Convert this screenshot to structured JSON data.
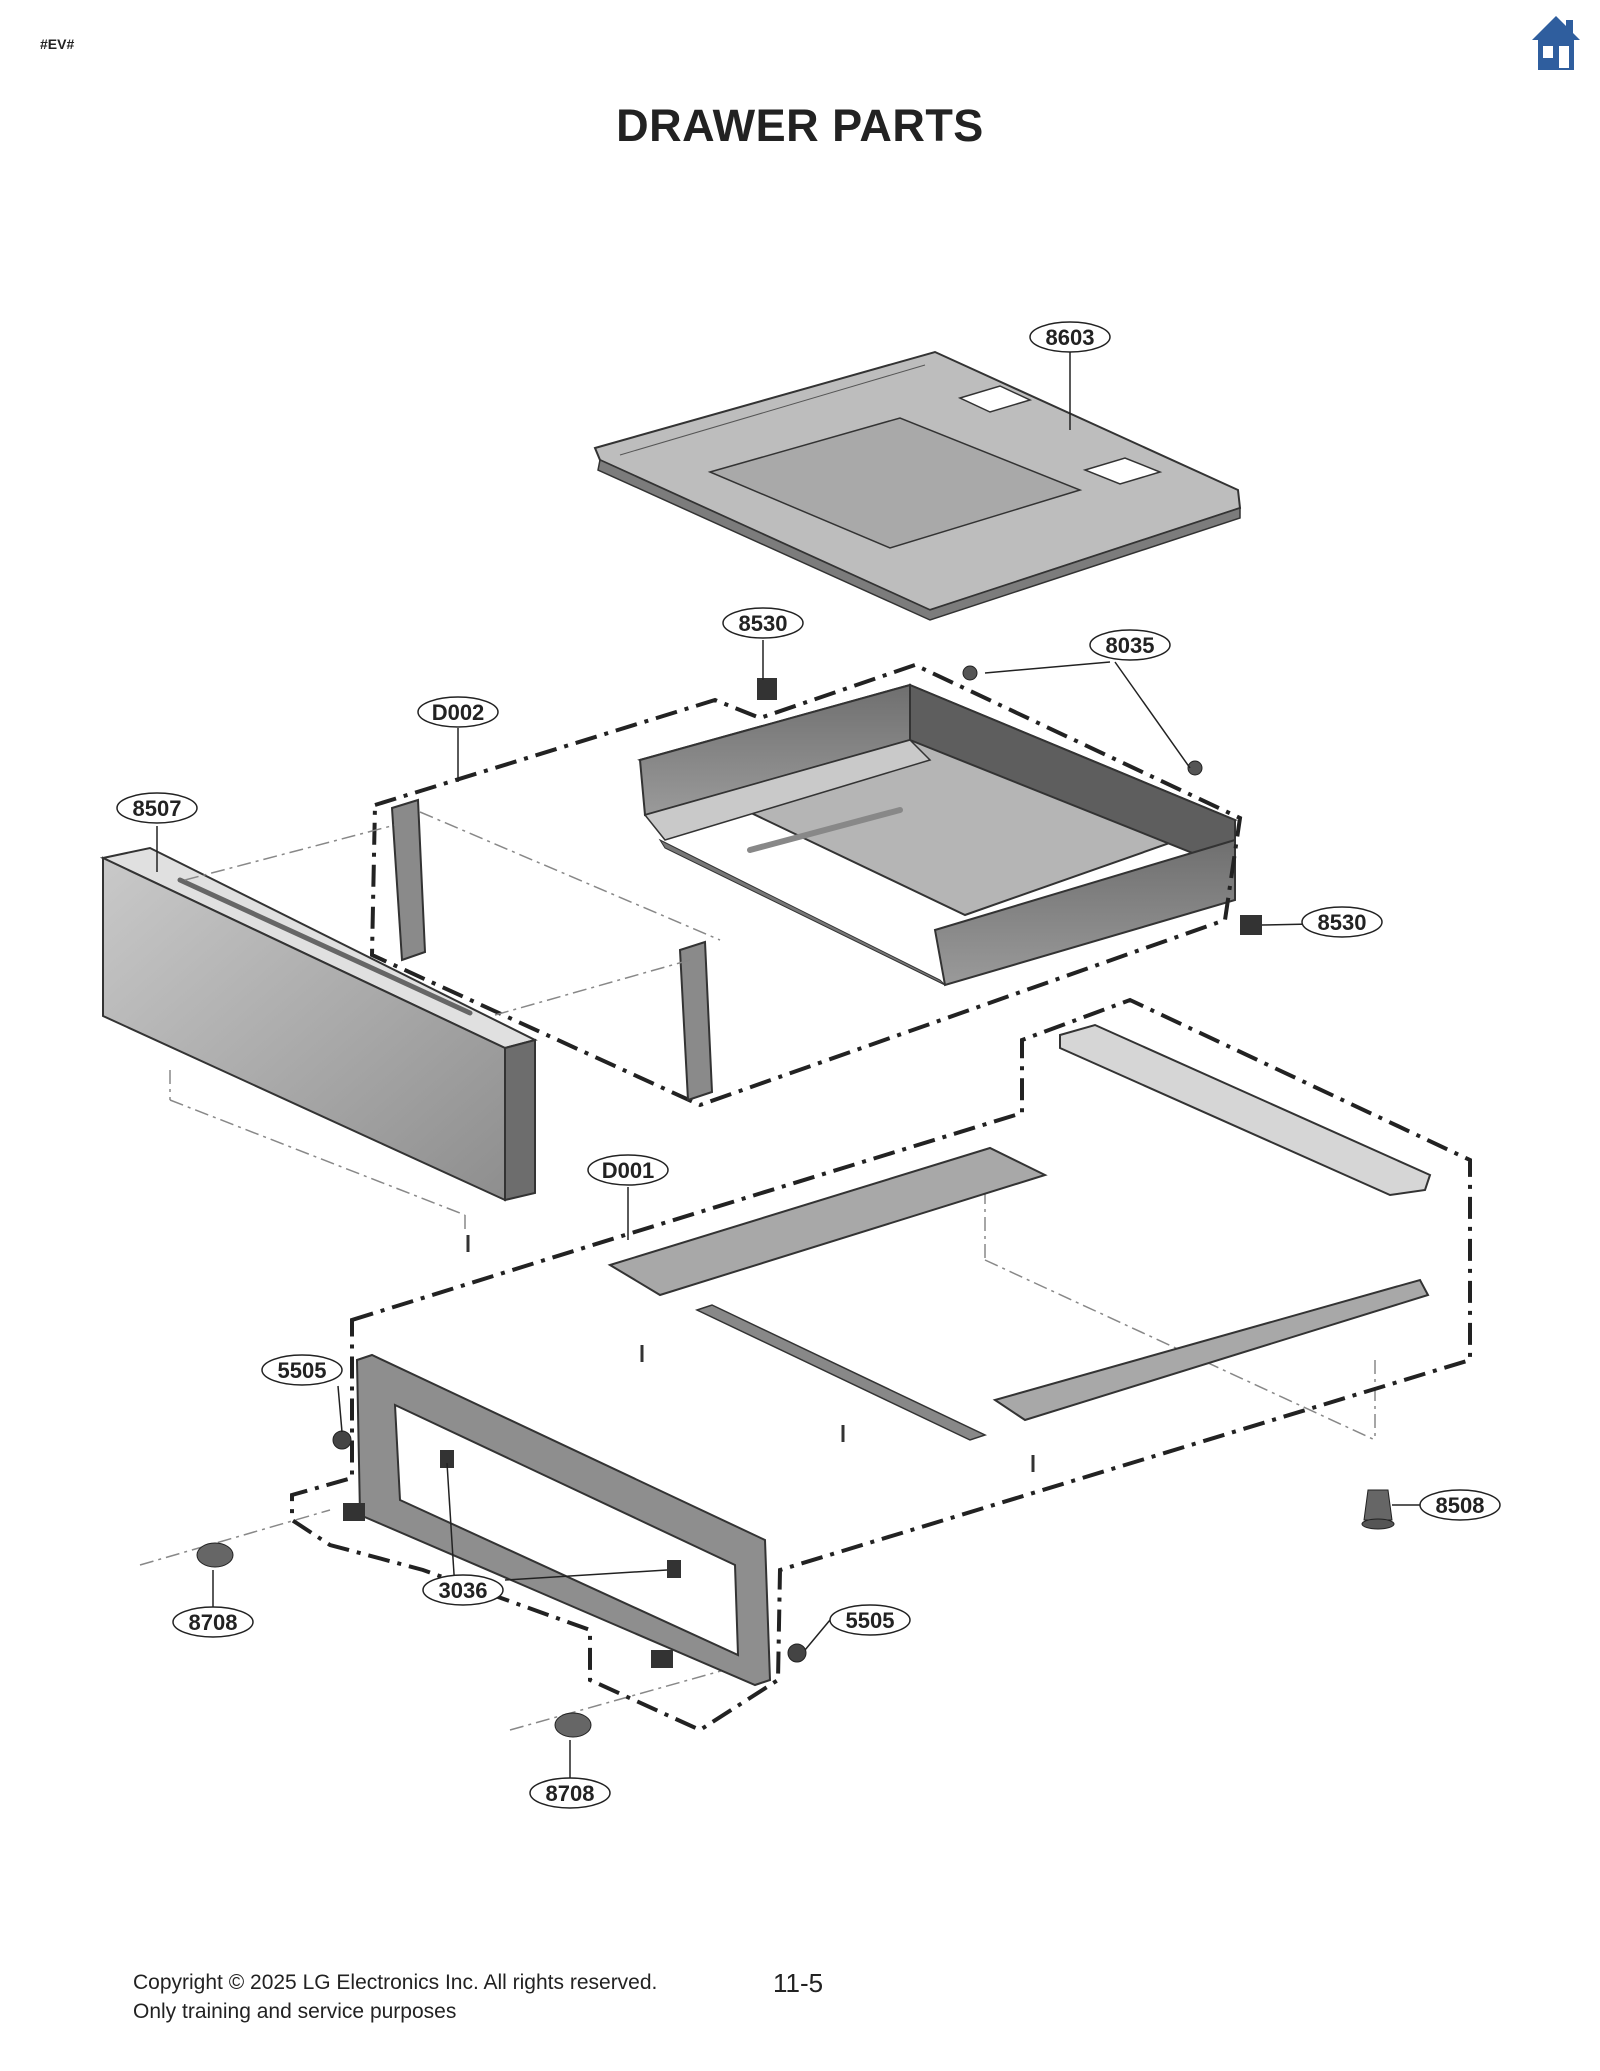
{
  "header": {
    "corner_tag": "#EV#",
    "home_icon": "home-icon",
    "home_color": "#2f5e9e"
  },
  "title": "DRAWER PARTS",
  "callouts": {
    "c8603": "8603",
    "c8530_top": "8530",
    "c8035": "8035",
    "cD002": "D002",
    "c8507": "8507",
    "c8530_right": "8530",
    "cD001": "D001",
    "c5505_left": "5505",
    "c8508": "8508",
    "c3036": "3036",
    "c5505_right": "5505",
    "c8708_left": "8708",
    "c8708_bottom": "8708"
  },
  "footer": {
    "copyright": "Copyright © 2025 LG Electronics Inc. All rights reserved.",
    "purpose": "Only training and service purposes",
    "page_number": "11-5"
  }
}
